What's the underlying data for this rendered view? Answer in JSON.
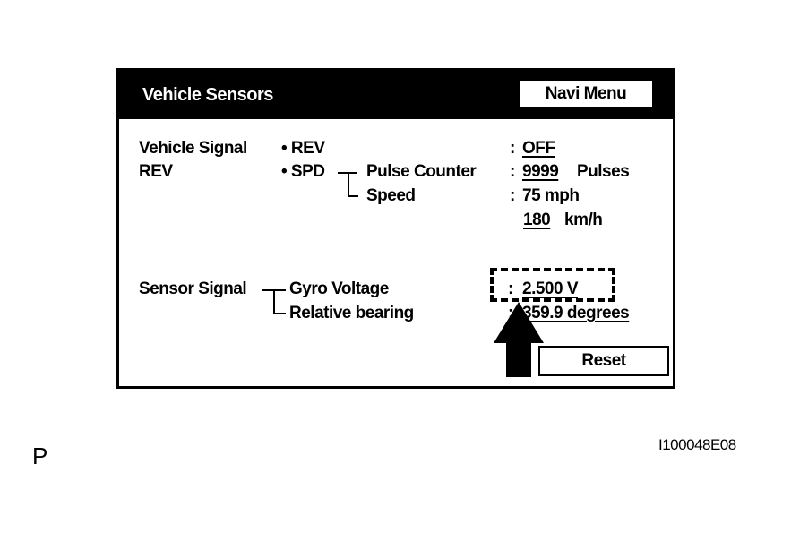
{
  "screen": {
    "title": "Vehicle Sensors",
    "navi_menu_label": "Navi Menu",
    "vehicle_signal": {
      "label": "Vehicle Signal",
      "sublabel": "REV",
      "rev_item": "• REV",
      "spd_item": "• SPD",
      "pulse_counter_label": "Pulse Counter",
      "speed_label": "Speed",
      "rev_sep": ":",
      "rev_value": "OFF",
      "pulse_sep": ":",
      "pulse_value": "9999",
      "pulse_unit": "Pulses",
      "speed_sep": ":",
      "speed_mph": "75 mph",
      "speed_kmh_value": "180",
      "speed_kmh_unit": "km/h"
    },
    "sensor_signal": {
      "label": "Sensor Signal",
      "gyro_label": "Gyro Voltage",
      "bearing_label": "Relative bearing",
      "gyro_sep": ":",
      "gyro_value": "2.500 V",
      "bearing_sep": ":",
      "bearing_value": "359.9 degrees"
    },
    "reset_label": "Reset"
  },
  "figure": {
    "side_label": "P",
    "code": "I100048E08"
  }
}
